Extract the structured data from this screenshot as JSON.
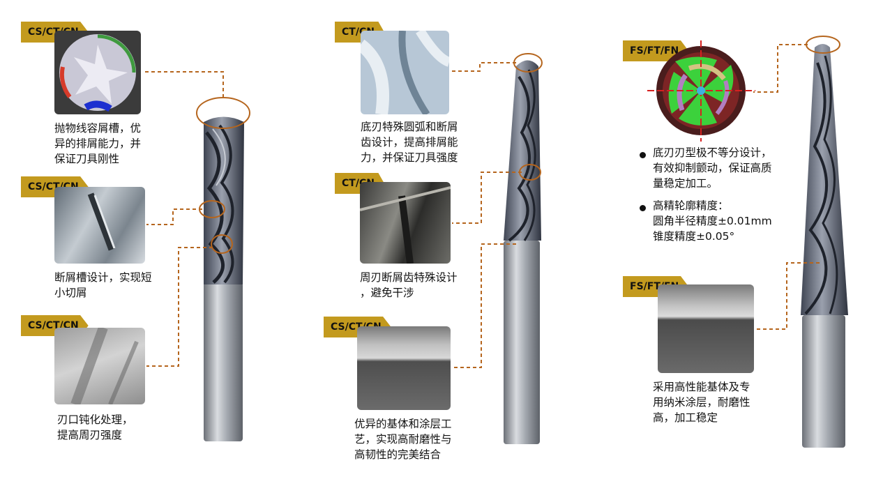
{
  "panels": [
    {
      "callouts": [
        {
          "tag": "CS/CT/CN",
          "caption": "抛物线容屑槽，优\n异的排屑能力，并\n保证刀具刚性",
          "image": "cross-section-flute-render"
        },
        {
          "tag": "CS/CT/CN",
          "caption": "断屑槽设计，实现短\n小切屑",
          "image": "chipbreaker-groove-closeup"
        },
        {
          "tag": "CS/CT/CN",
          "caption": "刃口钝化处理，\n提高周刃强度",
          "image": "edge-hone-micrograph"
        }
      ]
    },
    {
      "callouts": [
        {
          "tag": "CT/CN",
          "caption": "底刃特殊圆弧和断屑\n齿设计，提高排屑能\n力，并保证刀具强度",
          "image": "ball-nose-tip-render"
        },
        {
          "tag": "CT/CN",
          "caption": "周刃断屑齿特殊设计\n，避免干涉",
          "image": "peripheral-chipbreaker-closeup"
        },
        {
          "tag": "CS/CT/CN",
          "caption": "优异的基体和涂层工\n艺，实现高耐磨性与\n高韧性的完美结合",
          "image": "coating-substrate-sem"
        }
      ]
    },
    {
      "callouts": [
        {
          "tag": "FS/FT/FN",
          "image": "unequal-flute-end-view",
          "bullets": [
            {
              "text": "底刃刃型极不等分设计，\n有效抑制颤动，保证高质\n量稳定加工。"
            },
            {
              "text": "高精轮廓精度：\n圆角半径精度±0.01mm\n锥度精度±0.05°"
            }
          ]
        },
        {
          "tag": "FS/FT/FN",
          "caption": "采用高性能基体及专\n用纳米涂层，耐磨性\n高，加工稳定",
          "image": "nano-coating-sem"
        }
      ]
    }
  ],
  "colors": {
    "tag": "#c39a1e",
    "leader": "#b5651d",
    "end_view_axis": "#d62020",
    "tool_steel": "#8a8f98"
  }
}
